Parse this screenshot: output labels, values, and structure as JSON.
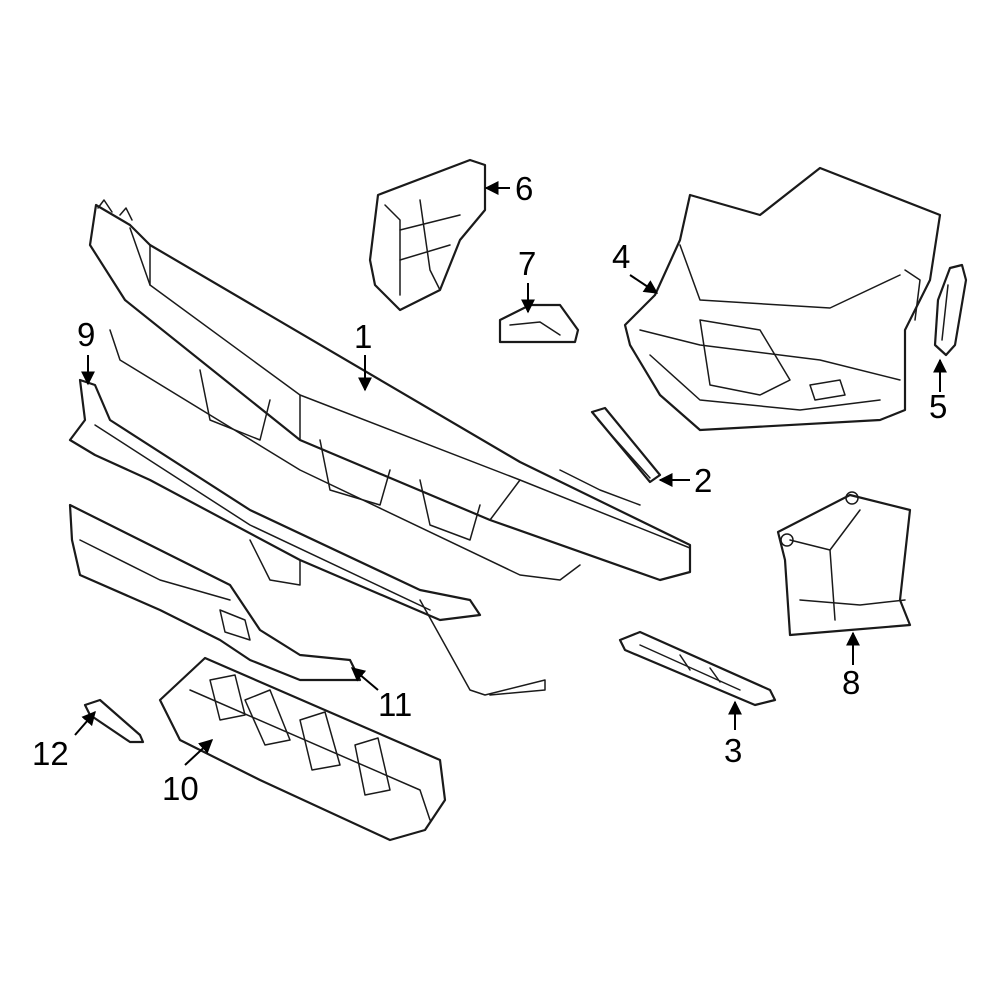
{
  "colors": {
    "highlight": "#2451b7",
    "line": "#1a1a1a",
    "background": "#ffffff"
  },
  "highlighted_part": "10",
  "callouts": [
    {
      "id": "c1",
      "label": "1"
    },
    {
      "id": "c2",
      "label": "2"
    },
    {
      "id": "c3",
      "label": "3"
    },
    {
      "id": "c4",
      "label": "4"
    },
    {
      "id": "c5",
      "label": "5"
    },
    {
      "id": "c6",
      "label": "6"
    },
    {
      "id": "c7",
      "label": "7"
    },
    {
      "id": "c8",
      "label": "8"
    },
    {
      "id": "c9",
      "label": "9"
    },
    {
      "id": "c10",
      "label": "10"
    },
    {
      "id": "c11",
      "label": "11"
    },
    {
      "id": "c12",
      "label": "12"
    }
  ]
}
